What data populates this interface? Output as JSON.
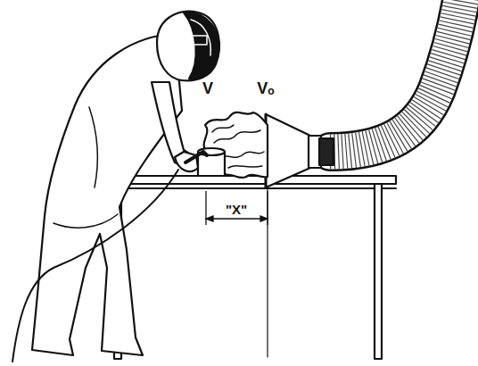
{
  "diagram": {
    "labels": [
      "V",
      "Vₒ",
      "\"X\""
    ]
  }
}
